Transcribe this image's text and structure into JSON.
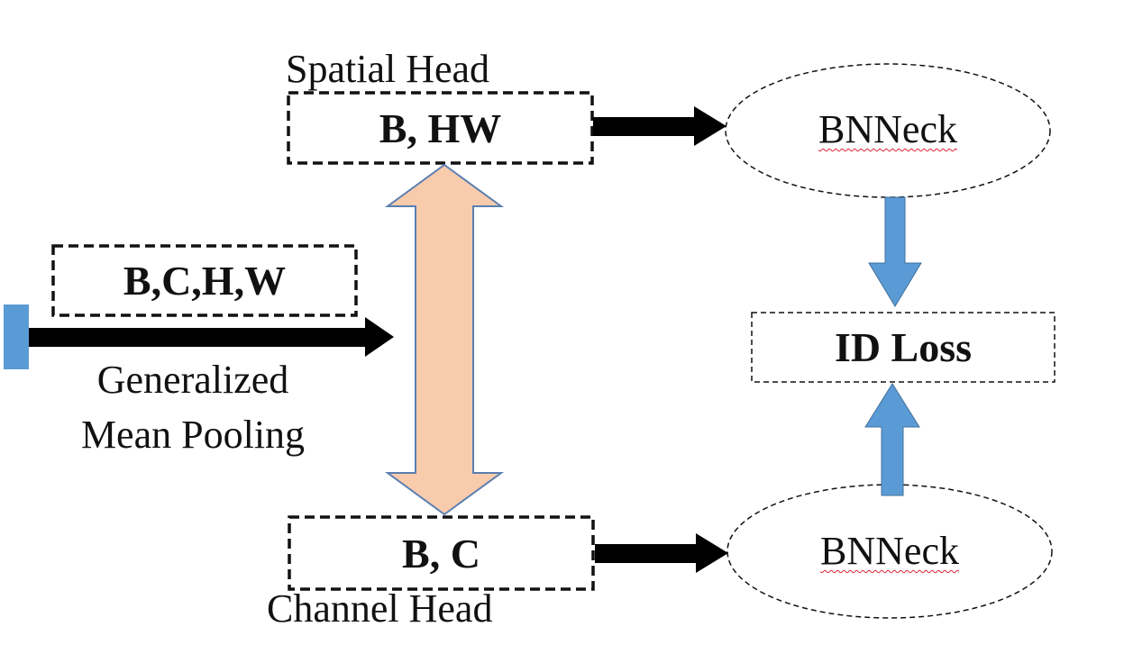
{
  "diagram": {
    "spatial_head_label": "Spatial Head",
    "spatial_box": "B, HW",
    "input_box": "B,C,H,W",
    "pooling_label_line1": "Generalized",
    "pooling_label_line2": "Mean Pooling",
    "channel_box": "B, C",
    "channel_head_label": "Channel Head",
    "bnneck_top": "BNNeck",
    "bnneck_bottom": "BNNeck",
    "id_loss": "ID Loss",
    "colors": {
      "black_arrow": "#000000",
      "blue_arrow": "#5b9bd5",
      "blue_outline": "#41719c",
      "double_arrow_fill": "#f8cbad",
      "double_arrow_stroke": "#5b7fb0"
    }
  }
}
